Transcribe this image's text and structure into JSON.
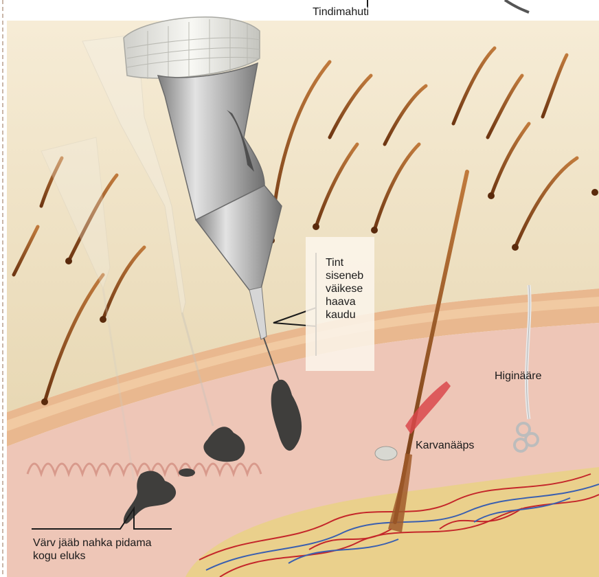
{
  "labels": {
    "ink_reservoir": "Tindimahuti",
    "ink_entry": "Tint\nsiseneb\nväikese\nhaava\nkaudu",
    "sweat_gland": "Higinääre",
    "hair_muscle": "Karvanääps",
    "ink_stays": "Värv jääb nahka pidama\nkogu eluks"
  },
  "colors": {
    "skin_surface": "#efe2c4",
    "epidermis": "#e9b88f",
    "dermis": "#eec6b7",
    "ink": "#3f3e3c",
    "hair": "#8b4a1c",
    "vessel_red": "#c4262a",
    "vessel_blue": "#3a5fb0",
    "fat": "#e8d86a",
    "needle_metal": "#9a9a9a"
  }
}
